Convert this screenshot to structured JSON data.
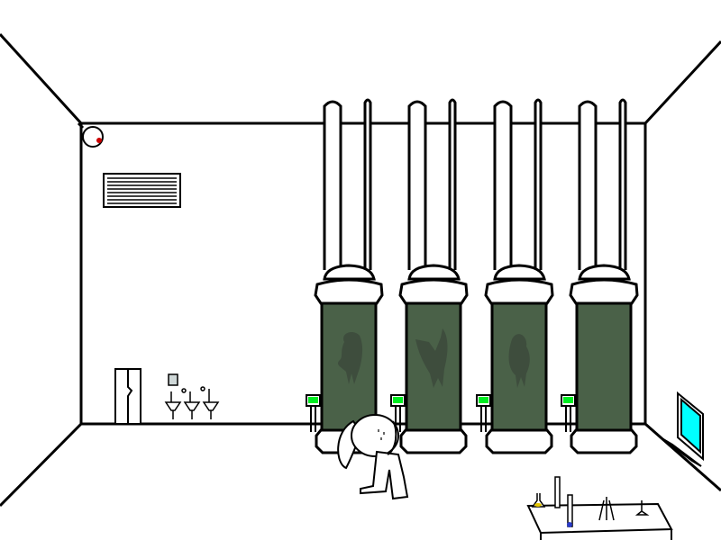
{
  "scene": {
    "name": "laboratory-room",
    "colors": {
      "line": "#000000",
      "wall": "#ffffff",
      "tank_liquid": "#4a6148",
      "specimen": "#3c4a3c",
      "status_light": "#00ee22",
      "monitor_screen": "#00ffff",
      "camera_lens": "#cc0000"
    },
    "tanks": [
      {
        "specimen": "specimen-creature-1",
        "status": "green"
      },
      {
        "specimen": "specimen-creature-2",
        "status": "green"
      },
      {
        "specimen": "specimen-creature-3",
        "status": "green"
      },
      {
        "specimen": "none",
        "status": "green"
      }
    ]
  }
}
